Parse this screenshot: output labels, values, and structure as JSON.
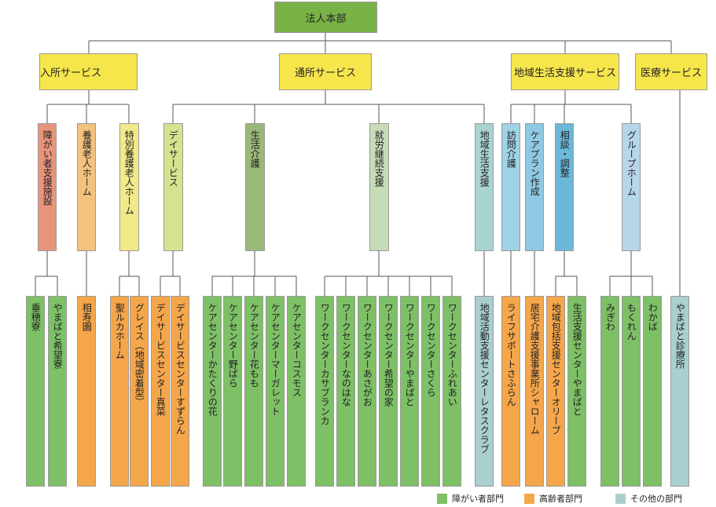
{
  "colors": {
    "root": "#79b246",
    "top": "#f6e64c",
    "welfare": "#e8947b",
    "elderly": "#f4c27f",
    "elderly_light": "#f1ea8a",
    "day": "#d3e38f",
    "life": "#9ab877",
    "work": "#c6dcb8",
    "region": "#a9d3d1",
    "visit": "#9fd2e4",
    "care_plan": "#8fc8e4",
    "consult": "#6bb8d8",
    "group": "#b8d6ea",
    "leaf_disability": "#7ec066",
    "leaf_elderly": "#f5a64b",
    "leaf_other": "#a9cfcf"
  },
  "root": "法人本部",
  "categories": [
    {
      "label": "入所サービス"
    },
    {
      "label": "通所サービス"
    },
    {
      "label": "地域生活支援サービス"
    },
    {
      "label": "医療サービス"
    }
  ],
  "services": [
    {
      "label": "障がい者支援施設"
    },
    {
      "label": "養護老人ホーム"
    },
    {
      "label": "特別養護老人ホーム"
    },
    {
      "label": "デイサービス"
    },
    {
      "label": "生活介護"
    },
    {
      "label": "就労継続支援"
    },
    {
      "label": "地域生活支援"
    },
    {
      "label": "訪問介護"
    },
    {
      "label": "ケアプラン作成"
    },
    {
      "label": "相談・調整"
    },
    {
      "label": "グループホーム"
    }
  ],
  "facilities": [
    {
      "label": "垂穂寮"
    },
    {
      "label": "やまばと希望寮"
    },
    {
      "label": "相寿園"
    },
    {
      "label": "聖ルカホーム"
    },
    {
      "label": "グレイス（地域密着型）"
    },
    {
      "label": "デイサービスセンター真菜"
    },
    {
      "label": "デイサービスセンターすずらん"
    },
    {
      "label": "ケアセンターかたくりの花"
    },
    {
      "label": "ケアセンター野ばら"
    },
    {
      "label": "ケアセンター花もも"
    },
    {
      "label": "ケアセンターマーガレット"
    },
    {
      "label": "ケアセンターコスモス"
    },
    {
      "label": "ワークセンターカサブランカ"
    },
    {
      "label": "ワークセンターなのはな"
    },
    {
      "label": "ワークセンターあさがお"
    },
    {
      "label": "ワークセンター希望の家"
    },
    {
      "label": "ワークセンターやまばと"
    },
    {
      "label": "ワークセンターさくら"
    },
    {
      "label": "ワークセンターふれあい"
    },
    {
      "label": "地域活動支援センターレタスクラブ"
    },
    {
      "label": "ライフサポートさふらん"
    },
    {
      "label": "居宅介護支援事業所シャローム"
    },
    {
      "label": "地域包括支援センターオリーブ"
    },
    {
      "label": "生活支援センターやまばと"
    },
    {
      "label": "みぎわ"
    },
    {
      "label": "もくれん"
    },
    {
      "label": "わかば"
    },
    {
      "label": "やまばと診療所"
    }
  ],
  "legend": [
    {
      "label": "障がい者部門",
      "color": "#7ec066"
    },
    {
      "label": "高齢者部門",
      "color": "#f5a64b"
    },
    {
      "label": "その他の部門",
      "color": "#a9cfcf"
    }
  ]
}
